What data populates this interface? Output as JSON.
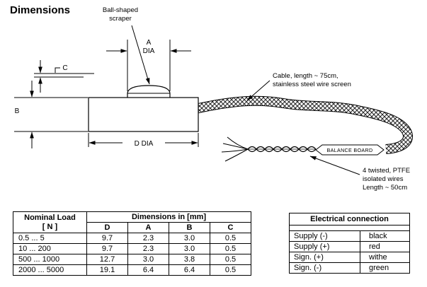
{
  "title": "Dimensions",
  "diagram": {
    "scraper_label": {
      "line1": "Ball-shaped",
      "line2": "scraper"
    },
    "dims": {
      "a_line1": "A",
      "a_line2": "DIA",
      "b": "B",
      "c": "C",
      "d": "D DIA"
    },
    "cable_label": {
      "line1": "Cable, length ~ 75cm,",
      "line2": "stainless steel wire screen"
    },
    "balance_board": "BALANCE BOARD",
    "wires_label": {
      "line1": "4 twisted, PTFE",
      "line2": "isolated wires",
      "line3": "Length ~ 50cm"
    }
  },
  "load_table": {
    "nominal_header_line1": "Nominal Load",
    "nominal_header_line2": "[ N ]",
    "dimensions_header": "Dimensions in [mm]",
    "columns": [
      "D",
      "A",
      "B",
      "C"
    ],
    "rows": [
      [
        "0.5 ... 5",
        "9.7",
        "2.3",
        "3.0",
        "0.5"
      ],
      [
        "10 ... 200",
        "9.7",
        "2.3",
        "3.0",
        "0.5"
      ],
      [
        "500 ... 1000",
        "12.7",
        "3.0",
        "3.8",
        "0.5"
      ],
      [
        "2000 ... 5000",
        "19.1",
        "6.4",
        "6.4",
        "0.5"
      ]
    ]
  },
  "electrical_table": {
    "title": "Electrical connection",
    "rows": [
      {
        "label": "Supply (-)",
        "value": "black"
      },
      {
        "label": "Supply (+)",
        "value": "red"
      },
      {
        "label": "Sign. (+)",
        "value": "withe"
      },
      {
        "label": "Sign. (-)",
        "value": "green"
      }
    ]
  },
  "colors": {
    "line": "#000000",
    "background": "#ffffff"
  }
}
